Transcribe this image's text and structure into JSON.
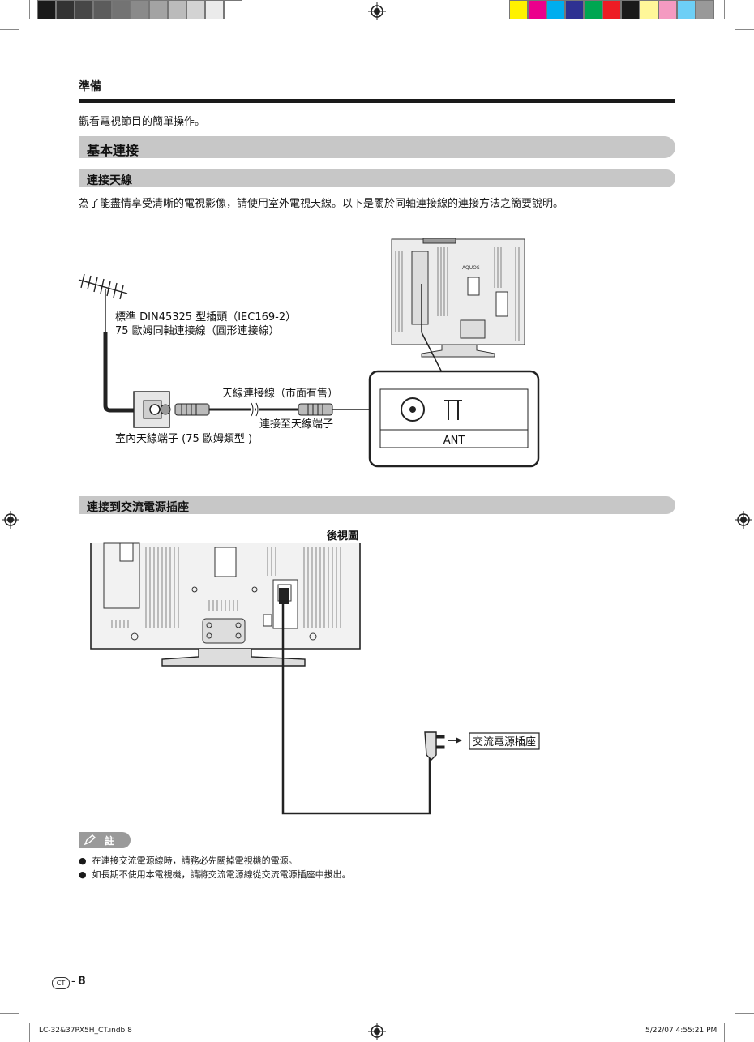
{
  "header": {
    "section": "準備",
    "intro": "觀看電視節目的簡單操作。"
  },
  "sections": {
    "basic": "基本連接",
    "antenna": "連接天線",
    "antenna_desc": "為了能盡情享受清晰的電視影像，請使用室外電視天線。以下是關於同軸連接線的連接方法之簡要說明。",
    "power": "連接到交流電源插座"
  },
  "antenna_diagram": {
    "plug_std": "標準 DIN45325 型插頭（IEC169-2）",
    "coax": "75 歐姆同軸連接線（圓形連接線）",
    "cable": "天線連接線（市面有售）",
    "to_ant": "連接至天線端子",
    "indoor": "室內天線端子 (75 歐姆類型 )",
    "ant_label": "ANT",
    "tv_logo": "AQUOS"
  },
  "power_diagram": {
    "rear_view": "後視圖",
    "outlet": "交流電源插座"
  },
  "notes": {
    "label": "註",
    "items": [
      "在連接交流電源線時，請務必先關掉電視機的電源。",
      "如長期不使用本電視機，請將交流電源線從交流電源插座中拔出。"
    ]
  },
  "footer": {
    "lang_badge": "CT",
    "page": "8",
    "file": "LC-32&37PX5H_CT.indb   8",
    "timestamp": "5/22/07   4:55:21 PM"
  },
  "colors": {
    "gray_bar": [
      "#1a1a1a",
      "#333333",
      "#474747",
      "#5c5c5c",
      "#737373",
      "#8a8a8a",
      "#a3a3a3",
      "#bbbbbb",
      "#d3d3d3",
      "#ebebeb",
      "#ffffff"
    ],
    "color_bar": [
      "#fff200",
      "#ec008c",
      "#00aeef",
      "#2e3192",
      "#00a651",
      "#ed1c24",
      "#1a1a1a",
      "#fff799",
      "#f49ac1",
      "#6dcff6",
      "#999999"
    ]
  }
}
